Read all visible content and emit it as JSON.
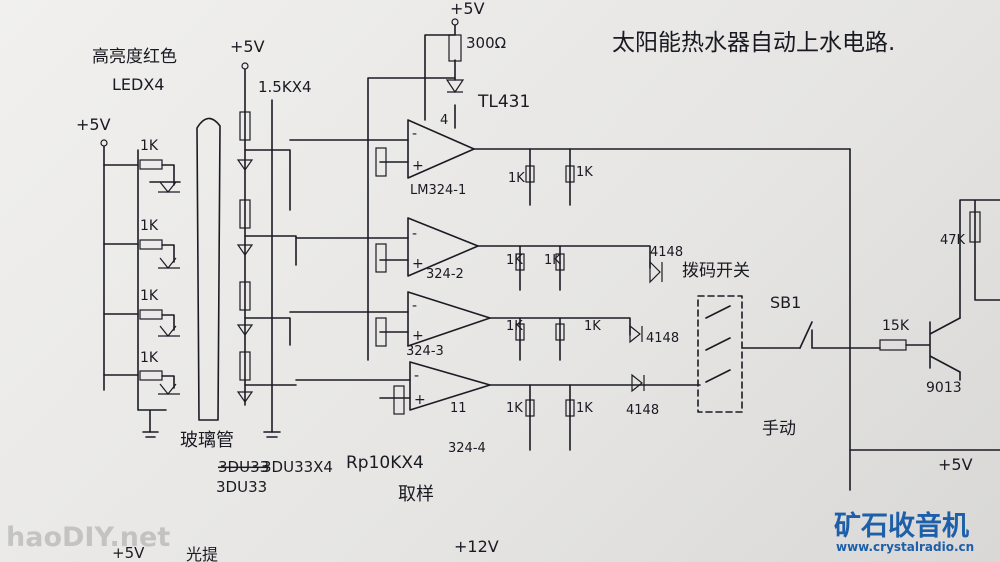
{
  "title": "太阳能热水器自动上水电路.",
  "labels": {
    "vcc": "+5V",
    "vcc12": "+12V",
    "led_title": "高亮度红色",
    "led_sub": "LEDX4",
    "r_1k": "1K",
    "r_15k_x4": "1.5KX4",
    "r_300": "300Ω",
    "tl431": "TL431",
    "lm324_1": "LM324-1",
    "op2": "324-2",
    "op3": "324-3",
    "op4": "324-4",
    "pin4": "4",
    "pin11": "11",
    "d4148": "4148",
    "dip_switch": "拨码开关",
    "sb1": "SB1",
    "r15k": "15K",
    "q9013": "9013",
    "r47k": "47K",
    "glass_tube": "玻璃管",
    "tube_crossed": "3DU33",
    "tube_part": "3DU33X4",
    "tube_part2": "3DU33",
    "rp": "Rp10KX4",
    "sample": "取样",
    "manual": "手动",
    "partial_bottom": "光提"
  },
  "watermarks": {
    "left": "haoDIY.net",
    "brand": "矿石收音机",
    "url": "www.crystalradio.cn"
  },
  "colors": {
    "ink": "#1b1b24",
    "brand_blue": "#1d5fa8",
    "paper": "#efeeec"
  }
}
